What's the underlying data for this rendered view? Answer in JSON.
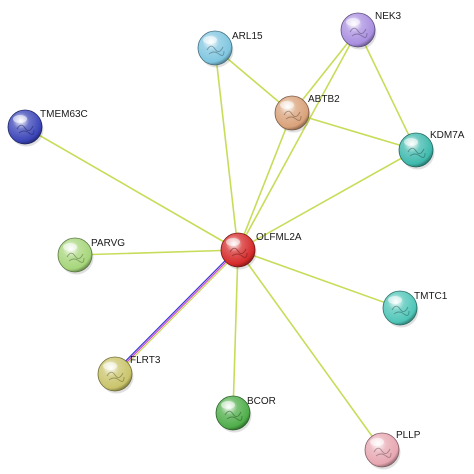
{
  "network": {
    "colors": {
      "evidence_line": "#c8dc5a",
      "fusion_line": "#d04bd0",
      "neighborhood_line": "#3a3ad0",
      "label_text": "#1a1a1a"
    },
    "nodes": [
      {
        "id": "OLFML2A",
        "label": "OLFML2A",
        "color": "#d62a2a",
        "query": true
      },
      {
        "id": "ARL15",
        "label": "ARL15",
        "color": "#7fc6e0"
      },
      {
        "id": "NEK3",
        "label": "NEK3",
        "color": "#a98fe0"
      },
      {
        "id": "ABTB2",
        "label": "ABTB2",
        "color": "#d9a27a"
      },
      {
        "id": "KDM7A",
        "label": "KDM7A",
        "color": "#3fb9ad"
      },
      {
        "id": "TMEM63C",
        "label": "TMEM63C",
        "color": "#3b45b8"
      },
      {
        "id": "PARVG",
        "label": "PARVG",
        "color": "#a6d67a"
      },
      {
        "id": "TMTC1",
        "label": "TMTC1",
        "color": "#4fc6b8"
      },
      {
        "id": "FLRT3",
        "label": "FLRT3",
        "color": "#c9c46a"
      },
      {
        "id": "BCOR",
        "label": "BCOR",
        "color": "#4fae4a"
      },
      {
        "id": "PLLP",
        "label": "PLLP",
        "color": "#e7a7b2"
      }
    ],
    "edges": [
      {
        "source": "OLFML2A",
        "target": "ARL15",
        "colors": [
          "#c8dc5a"
        ]
      },
      {
        "source": "OLFML2A",
        "target": "NEK3",
        "colors": [
          "#c8dc5a"
        ]
      },
      {
        "source": "OLFML2A",
        "target": "ABTB2",
        "colors": [
          "#c8dc5a"
        ]
      },
      {
        "source": "OLFML2A",
        "target": "KDM7A",
        "colors": [
          "#c8dc5a"
        ]
      },
      {
        "source": "OLFML2A",
        "target": "TMEM63C",
        "colors": [
          "#c8dc5a"
        ]
      },
      {
        "source": "OLFML2A",
        "target": "PARVG",
        "colors": [
          "#c8dc5a"
        ]
      },
      {
        "source": "OLFML2A",
        "target": "TMTC1",
        "colors": [
          "#c8dc5a"
        ]
      },
      {
        "source": "OLFML2A",
        "target": "FLRT3",
        "colors": [
          "#c8dc5a",
          "#d04bd0",
          "#3a3ad0"
        ]
      },
      {
        "source": "OLFML2A",
        "target": "BCOR",
        "colors": [
          "#c8dc5a"
        ]
      },
      {
        "source": "OLFML2A",
        "target": "PLLP",
        "colors": [
          "#c8dc5a"
        ]
      },
      {
        "source": "ARL15",
        "target": "ABTB2",
        "colors": [
          "#c8dc5a"
        ]
      },
      {
        "source": "NEK3",
        "target": "ABTB2",
        "colors": [
          "#c8dc5a"
        ]
      },
      {
        "source": "ABTB2",
        "target": "KDM7A",
        "colors": [
          "#c8dc5a"
        ]
      },
      {
        "source": "NEK3",
        "target": "KDM7A",
        "colors": [
          "#c8dc5a"
        ]
      }
    ]
  }
}
